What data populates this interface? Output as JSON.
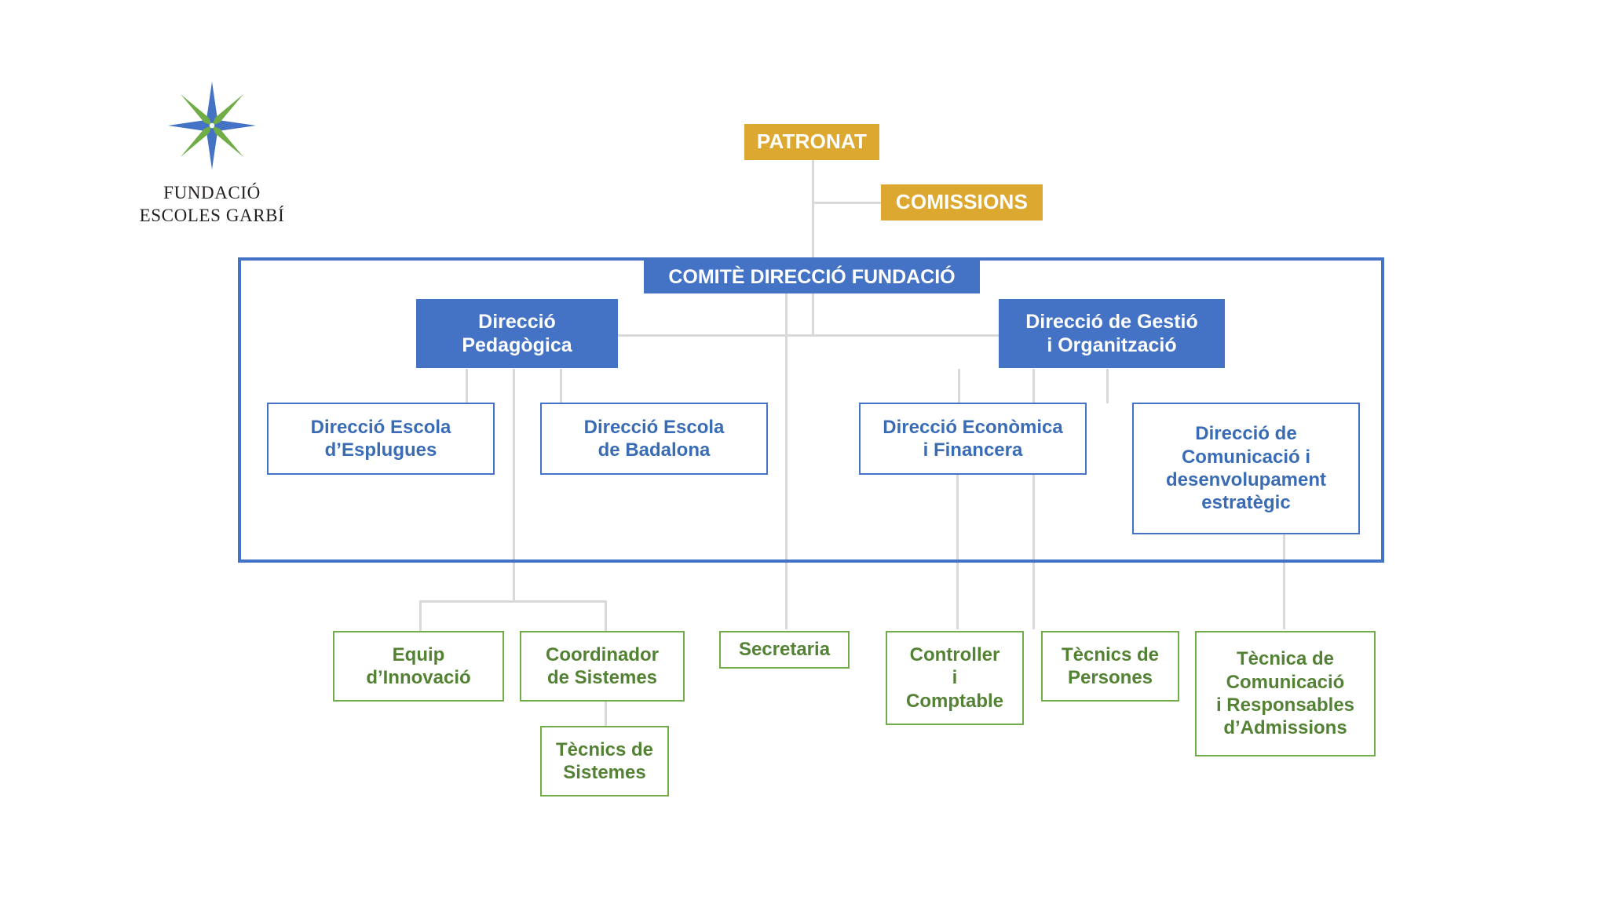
{
  "page": {
    "title": "Organigrama Fundació Escoles Garbí",
    "background_color": "#ffffff"
  },
  "logo": {
    "mark_name": "compass-star-logo",
    "line1": "FUNDACIÓ",
    "line2": "ESCOLES GARBÍ",
    "colors": {
      "blue": "#4472C4",
      "green": "#70AD47"
    }
  },
  "palette": {
    "gold": "#DDA82F",
    "blue_fill": "#4472C4",
    "blue_text": "#3A6CB5",
    "green_border": "#70AD47",
    "green_text": "#548235",
    "connector": "#D9D9D9",
    "white": "#FFFFFF"
  },
  "nodes": {
    "patronat": {
      "label": "PATRONAT",
      "style": "gold"
    },
    "comissions": {
      "label": "COMISSIONS",
      "style": "gold"
    },
    "comite": {
      "label": "COMITÈ DIRECCIÓ FUNDACIÓ",
      "style": "blue-fill"
    },
    "direccio_pedagogica": {
      "label": "Direcció\nPedagògica",
      "style": "blue-fill"
    },
    "direccio_gestio": {
      "label": "Direcció de Gestió\ni Organització",
      "style": "blue-fill"
    },
    "escola_esplugues": {
      "label": "Direcció Escola\nd’Esplugues",
      "style": "blue-outline"
    },
    "escola_badalona": {
      "label": "Direcció Escola\nde Badalona",
      "style": "blue-outline"
    },
    "economica_financera": {
      "label": "Direcció Econòmica\ni Financera",
      "style": "blue-outline"
    },
    "comunicacio_estrategic": {
      "label": "Direcció de\nComunicació i\ndesenvolupament\nestratègic",
      "style": "blue-outline"
    },
    "equip_innovacio": {
      "label": "Equip\nd’Innovació",
      "style": "green-outline"
    },
    "coordinador_sistemes": {
      "label": "Coordinador\nde Sistemes",
      "style": "green-outline"
    },
    "tecnics_sistemes": {
      "label": "Tècnics de\nSistemes",
      "style": "green-outline"
    },
    "secretaria": {
      "label": "Secretaria",
      "style": "green-outline"
    },
    "controller_comptable": {
      "label": "Controller\ni\nComptable",
      "style": "green-outline"
    },
    "tecnics_persones": {
      "label": "Tècnics de\nPersones",
      "style": "green-outline"
    },
    "tecnica_comunicacio": {
      "label": "Tècnica de\nComunicació\ni Responsables\nd’Admissions",
      "style": "green-outline"
    }
  }
}
